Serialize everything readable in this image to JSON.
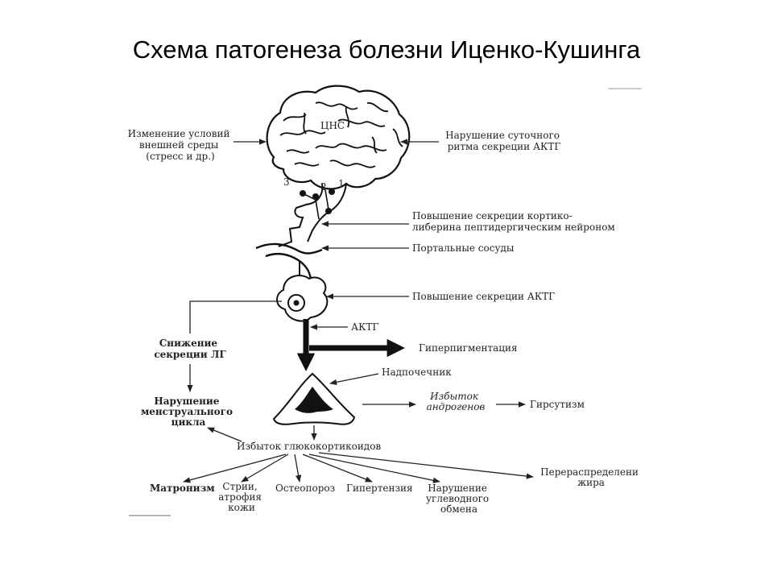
{
  "title": "Схема патогенеза болезни Иценко-Кушинга",
  "labels": {
    "env_change": [
      "Изменение условий",
      "внешней среды",
      "(стресс и др.)"
    ],
    "circadian": [
      "Нарушение суточного",
      "ритма секреции АКТГ"
    ],
    "cns": "ЦНС",
    "num3": "3",
    "num2": "2",
    "num1": "1",
    "crh": [
      "Повышение секреции кортико-",
      "либерина пептидергическим нейроном"
    ],
    "portal": "Портальные сосуды",
    "acth_up": "Повышение секреции АКТГ",
    "acth": "АКТГ",
    "hyperpig": "Гиперпигментация",
    "lh_down": [
      "Снижение",
      "секреции ЛГ"
    ],
    "adrenal": "Надпочечник",
    "androgen": [
      "Избыток",
      "андрогенов"
    ],
    "hirsut": "Гирсутизм",
    "menstrual": [
      "Нарушение",
      "менструального",
      "цикла"
    ],
    "glucocort": "Избыток глюкокортикоидов",
    "matron": "Матронизм",
    "striae": [
      "Стрии,",
      "атрофия",
      "кожи"
    ],
    "osteo": "Остеопороз",
    "hypert": "Гипертензия",
    "carb": [
      "Нарушение",
      "углеводного",
      "обмена"
    ],
    "fat": [
      "Перераспределени",
      "жира"
    ]
  }
}
